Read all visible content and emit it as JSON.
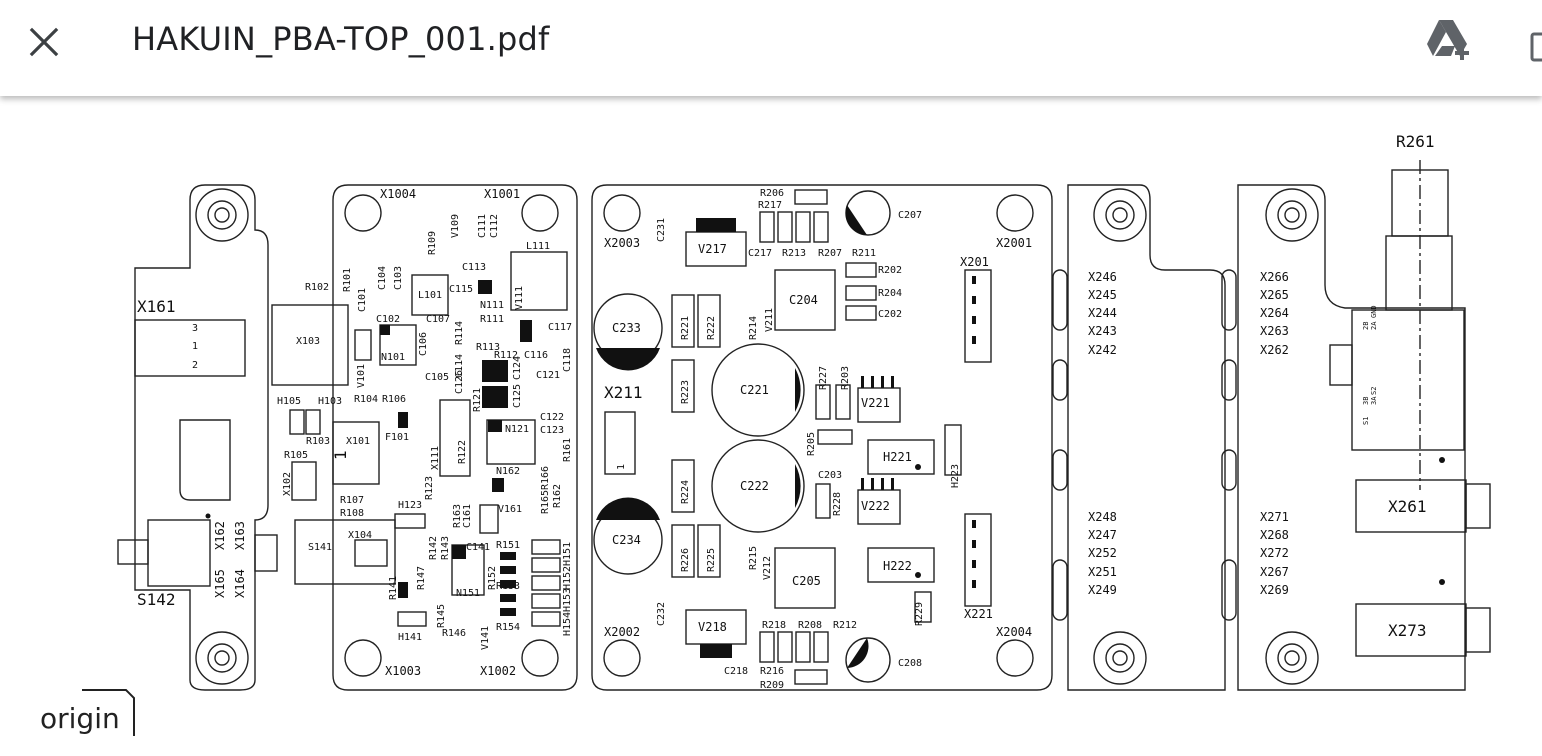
{
  "header": {
    "title": "HAKUIN_PBA-TOP_001.pdf",
    "close_icon": "close-icon",
    "add_to_drive_icon": "add-to-drive-icon",
    "overflow_icon": "more-icon"
  },
  "board": {
    "top_right_label": "R261",
    "left_module": {
      "x161": "X161",
      "pins": [
        "3",
        "1",
        "2"
      ],
      "s142": "S142",
      "x162": "X162",
      "x163": "X163",
      "x164": "X164",
      "x165": "X165"
    },
    "mid_left_module": {
      "x1004": "X1004",
      "x1001": "X1001",
      "x1003": "X1003",
      "x1002": "X1002",
      "x103": "X103",
      "x101": "X101",
      "x102": "X102",
      "x104": "X104",
      "x111": "X111",
      "n101": "N101",
      "n111": "N111",
      "n121": "N121",
      "n151": "N151",
      "n162": "N162",
      "l101": "L101",
      "l111": "L111",
      "s141": "S141",
      "f101": "F101",
      "h105": "H105",
      "h103": "H103",
      "h123": "H123",
      "h141": "H141",
      "r101": "R101",
      "r102": "R102",
      "r103": "R103",
      "r104": "R104",
      "r105": "R105",
      "r106": "R106",
      "r107": "R107",
      "r108": "R108",
      "r109": "R109",
      "r111": "R111",
      "r112": "R112",
      "r113": "R113",
      "r114": "R114",
      "r121": "R121",
      "r122": "R122",
      "r123": "R123",
      "r141": "R141",
      "r142": "R142",
      "r143": "R143",
      "r145": "R145",
      "r146": "R146",
      "r147": "R147",
      "r151": "R151",
      "r152": "R152",
      "r153": "R153",
      "r154": "R154",
      "r161": "R161",
      "r162": "R162",
      "r163": "R163",
      "r165": "R165",
      "r166": "R166",
      "c101": "C101",
      "c102": "C102",
      "c103": "C103",
      "c104": "C104",
      "c105": "C105",
      "c106": "C106",
      "c107": "C107",
      "c111": "C111",
      "c112": "C112",
      "c113": "C113",
      "c114": "C114",
      "c115": "C115",
      "c116": "C116",
      "c117": "C117",
      "c118": "C118",
      "c121": "C121",
      "c122": "C122",
      "c123": "C123",
      "c124": "C124",
      "c125": "C125",
      "c126": "C126",
      "c141": "C141",
      "c161": "C161",
      "v101": "V101",
      "v109": "V109",
      "v111": "V111",
      "v141": "V141",
      "v161": "V161",
      "h151": "H151",
      "h152": "H152",
      "h153": "H153",
      "h154": "H154",
      "pin1": "1"
    },
    "center_module": {
      "x2003": "X2003",
      "x2001": "X2001",
      "x2002": "X2002",
      "x2004": "X2004",
      "x201": "X201",
      "x211": "X211",
      "x221": "X221",
      "v217": "V217",
      "v218": "V218",
      "v211": "V211",
      "v212": "V212",
      "v221": "V221",
      "v222": "V222",
      "c231": "C231",
      "c232": "C232",
      "c233": "C233",
      "c234": "C234",
      "c204": "C204",
      "c205": "C205",
      "c207": "C207",
      "c208": "C208",
      "c202": "C202",
      "c203": "C203",
      "c217": "C217",
      "c218": "C218",
      "c221": "C221",
      "c222": "C222",
      "h221": "H221",
      "h222": "H222",
      "h223": "H223",
      "r202": "R202",
      "r203": "R203",
      "r204": "R204",
      "r205": "R205",
      "r206": "R206",
      "r207": "R207",
      "r208": "R208",
      "r209": "R209",
      "r211": "R211",
      "r212": "R212",
      "r213": "R213",
      "r214": "R214",
      "r215": "R215",
      "r216": "R216",
      "r217": "R217",
      "r218": "R218",
      "r221": "R221",
      "r222": "R222",
      "r223": "R223",
      "r224": "R224",
      "r225": "R225",
      "r226": "R226",
      "r227": "R227",
      "r228": "R228",
      "r229": "R229",
      "pin1": "1"
    },
    "right_a_labels_top": [
      "X246",
      "X245",
      "X244",
      "X243",
      "X242"
    ],
    "right_a_labels_bottom": [
      "X248",
      "X247",
      "X252",
      "X251",
      "X249"
    ],
    "right_b_labels_top": [
      "X266",
      "X265",
      "X264",
      "X263",
      "X262"
    ],
    "right_b_labels_bottom": [
      "X271",
      "X268",
      "X272",
      "X267",
      "X269"
    ],
    "x261": "X261",
    "x273": "X273",
    "jack_pins_top": [
      "2B",
      "2A",
      "GND"
    ],
    "jack_pins_bottom": [
      "3B",
      "3A",
      "S2",
      "S1"
    ]
  },
  "logo": "origin"
}
